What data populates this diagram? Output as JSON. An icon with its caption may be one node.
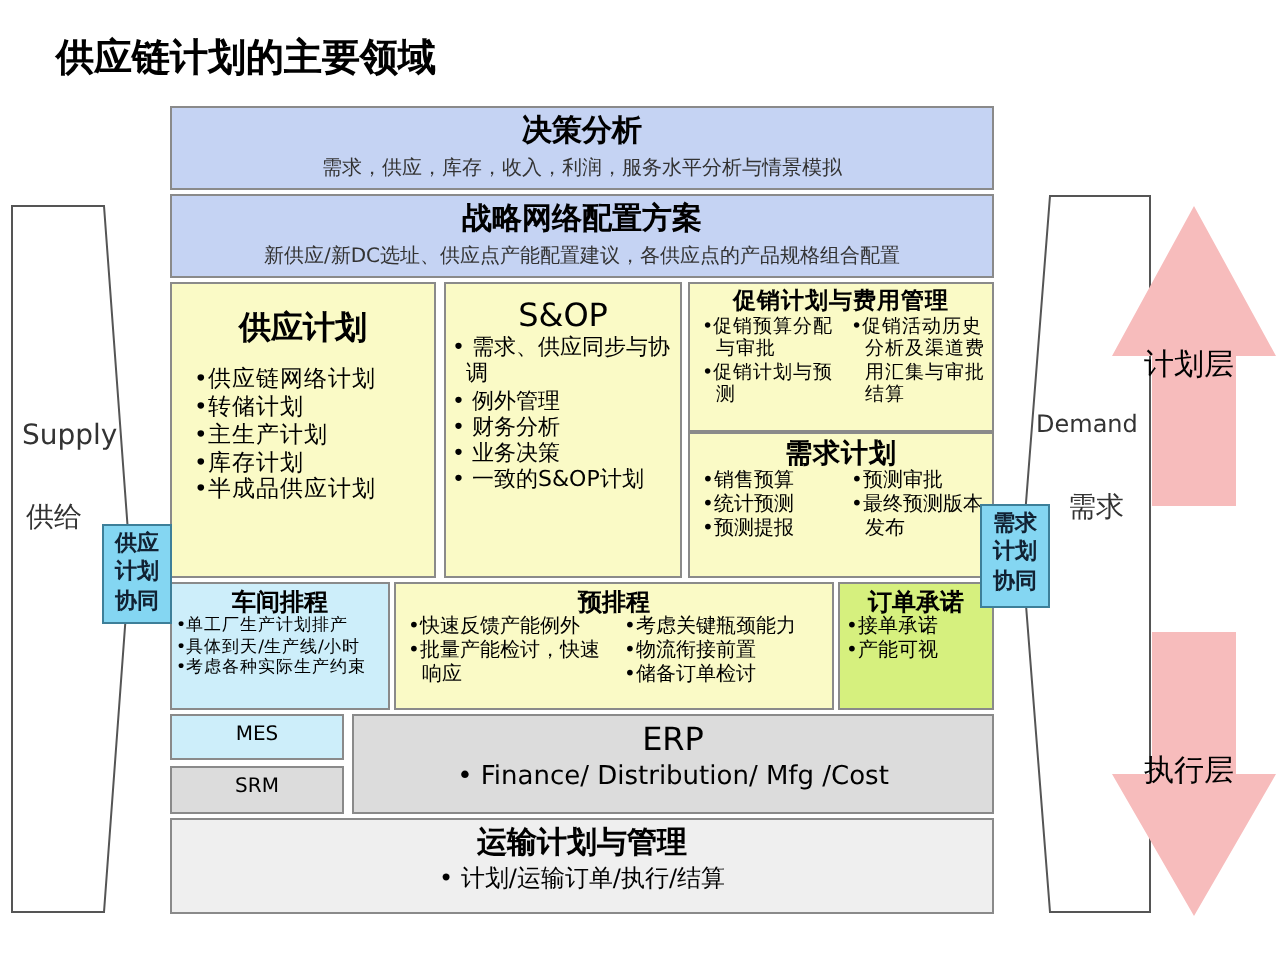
{
  "diagram": {
    "title": "供应链计划的主要领域",
    "nodes": [
      {
        "text": [
          "决策分析",
          "需求，供应，库存，收入，利润，服务水平分析与情景模拟"
        ]
      },
      {
        "text": [
          "战略网络配置方案",
          "新供应/新DC选址、供应点产能配置建议，各供应点的产品规格组合配置"
        ]
      },
      {
        "text": [
          "供应计划",
          "•供应链网络计划",
          "•转储计划",
          "•主生产计划",
          "•库存计划",
          "•半成品供应计划"
        ]
      },
      {
        "text": [
          "S&OP",
          "• 需求、供应同步与协调",
          "• 例外管理",
          "• 财务分析",
          "• 业务决策",
          "• 一致的S&OP计划"
        ]
      },
      {
        "text": [
          "促销计划与费用管理",
          "•促销预算分配与审批",
          "•促销计划与预测",
          "•促销活动历史分析及渠道费用汇集与审批结算"
        ]
      },
      {
        "text": [
          "需求计划",
          "•销售预算",
          "•统计预测",
          "•预测提报",
          "•预测审批",
          "•最终预测版本发布"
        ]
      },
      {
        "text": [
          "车间排程",
          "•单工厂生产计划排产",
          "•具体到天/生产线/小时",
          "•考虑各种实际生产约束"
        ]
      },
      {
        "text": [
          "预排程",
          "•快速反馈产能例外",
          "•批量产能检讨，快速响应",
          "•考虑关键瓶颈能力",
          "•物流衔接前置",
          "•储备订单检讨"
        ]
      },
      {
        "text": [
          "订单承诺",
          "•接单承诺",
          "•产能可视"
        ]
      },
      {
        "text": [
          "MES"
        ]
      },
      {
        "text": [
          "SRM"
        ]
      },
      {
        "text": [
          "ERP",
          "• Finance/ Distribution/ Mfg /Cost"
        ]
      },
      {
        "text": [
          "运输计划与管理",
          "• 计划/运输订单/执行/结算"
        ]
      },
      {
        "text": [
          "Supply",
          "供给"
        ]
      },
      {
        "text": [
          "供应计划协同"
        ]
      },
      {
        "text": [
          "Demand",
          "需求"
        ]
      },
      {
        "text": [
          "需求计划协同"
        ]
      },
      {
        "text": [
          "计划层"
        ]
      },
      {
        "text": [
          "执行层"
        ]
      }
    ]
  }
}
